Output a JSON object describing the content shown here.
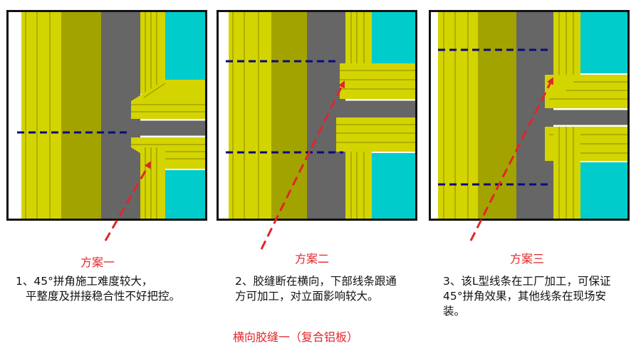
{
  "panels": [
    {
      "label": "方案一",
      "text": [
        "1、45°拼角施工难度较大，",
        "平整度及拼接稳合性不好把控。"
      ]
    },
    {
      "label": "方案二",
      "text": [
        "2、胶缝断在横向，下部线条跟通",
        "方可加工，对立面影响较大。"
      ]
    },
    {
      "label": "方案三",
      "text": [
        "3、该L型线条在工厂加工，可保证",
        "45°拼角效果，其他线条在现场安",
        "装。"
      ]
    }
  ],
  "caption": "横向胶缝一（复合铝板）",
  "colors": {
    "yellow": "#d4d400",
    "olive": "#a3a300",
    "gray": "#666666",
    "cyan": "#00cccc",
    "dash": "#0a0a80",
    "arrow": "#e0262a"
  }
}
